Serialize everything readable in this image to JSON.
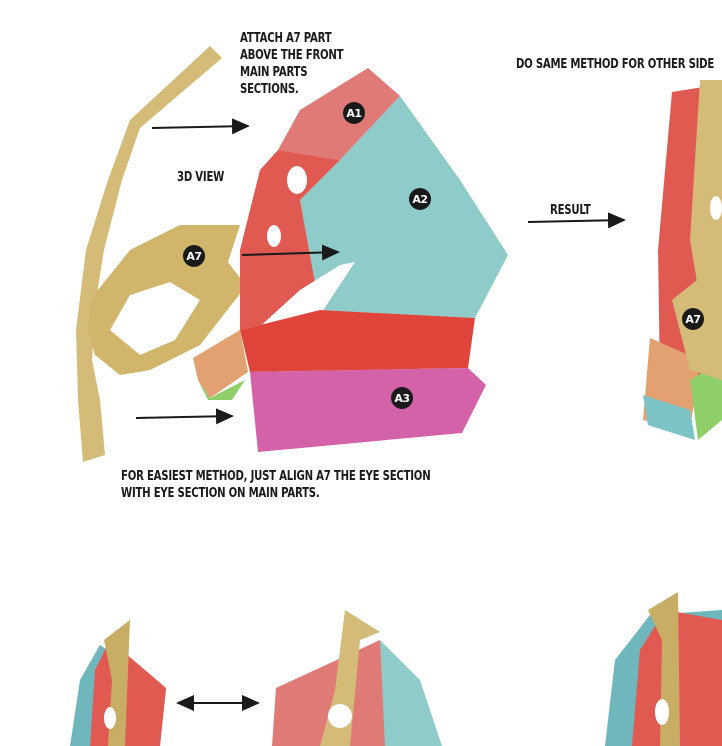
{
  "instructions": {
    "attach_note": [
      "ATTACH A7 PART",
      "ABOVE THE FRONT",
      "MAIN PARTS",
      "SECTIONS."
    ],
    "view_label": "3D VIEW",
    "other_side_note": "DO SAME METHOD FOR OTHER SIDE",
    "result_label": "RESULT",
    "easiest_note": [
      "FOR EASIEST METHOD, JUST ALIGN A7 THE EYE SECTION",
      "WITH EYE SECTION ON MAIN PARTS."
    ]
  },
  "part_labels": {
    "a1": "A1",
    "a2": "A2",
    "a3": "A3",
    "a7": "A7",
    "a7_result": "A7"
  },
  "colors": {
    "red": "#e05a52",
    "teal": "#8ecbc9",
    "pink": "#d462a8",
    "gold": "#d4bb78",
    "green": "#8fcf6a",
    "orange": "#e3a070"
  }
}
